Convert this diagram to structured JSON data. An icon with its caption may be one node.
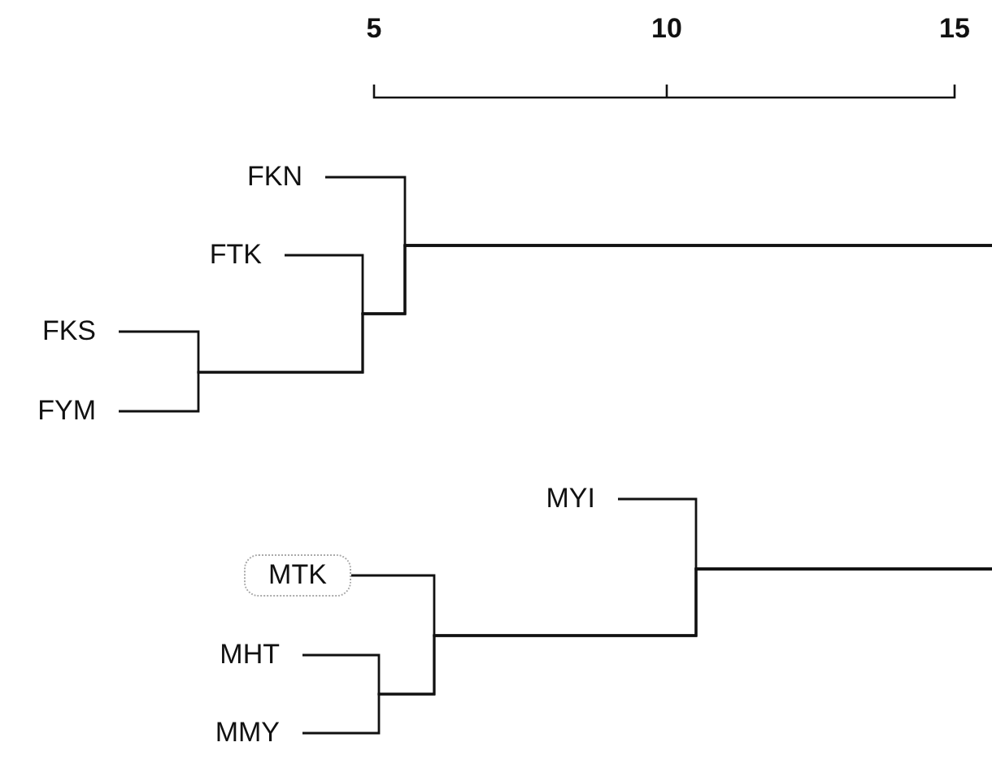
{
  "diagram": {
    "nodes": [
      {
        "text": [
          "FKN"
        ]
      },
      {
        "text": [
          "FTK"
        ]
      },
      {
        "text": [
          "FKS"
        ]
      },
      {
        "text": [
          "FYM"
        ]
      },
      {
        "text": [
          "MYI"
        ]
      },
      {
        "text": [
          "MTK"
        ]
      },
      {
        "text": [
          "MHT"
        ]
      },
      {
        "text": [
          "MMY"
        ]
      }
    ],
    "edges": [
      {
        "from": 0,
        "to": null,
        "arrow": "none"
      },
      {
        "from": 1,
        "to": null,
        "arrow": "none"
      },
      {
        "from": 2,
        "to": null,
        "arrow": "none"
      },
      {
        "from": 3,
        "to": null,
        "arrow": "none"
      },
      {
        "from": 4,
        "to": null,
        "arrow": "none"
      },
      {
        "from": 5,
        "to": null,
        "arrow": "none"
      },
      {
        "from": 6,
        "to": null,
        "arrow": "none"
      },
      {
        "from": 7,
        "to": null,
        "arrow": "none"
      }
    ],
    "labels": [
      "5",
      "10",
      "15"
    ]
  }
}
